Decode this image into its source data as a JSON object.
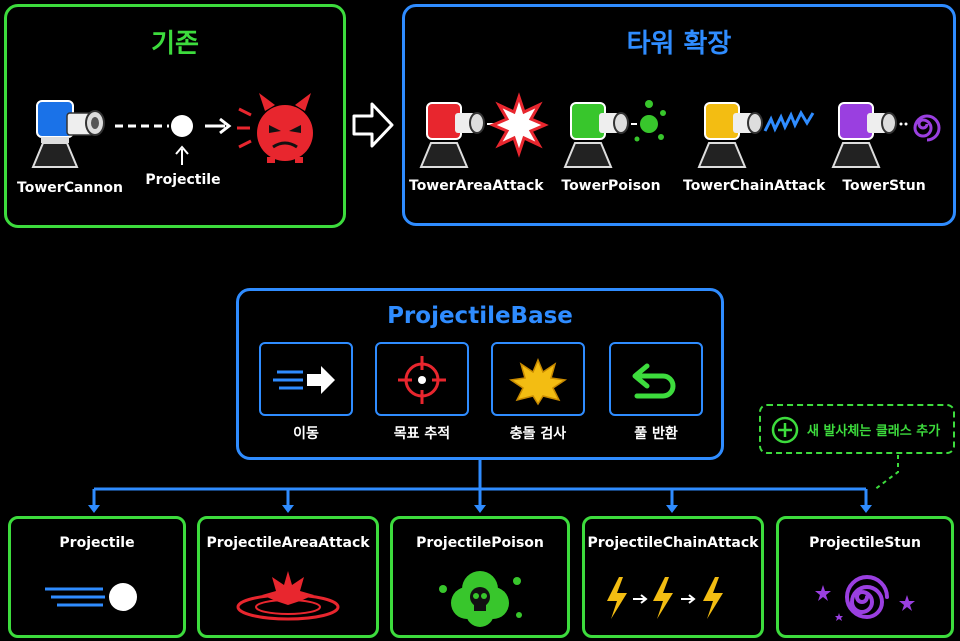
{
  "existing": {
    "title": "기존",
    "tower_label": "TowerCannon",
    "projectile_label": "Projectile"
  },
  "extension": {
    "title": "타워 확장",
    "towers": [
      {
        "label": "TowerAreaAttack",
        "color": "#e8262e"
      },
      {
        "label": "TowerPoison",
        "color": "#38c62c"
      },
      {
        "label": "TowerChainAttack",
        "color": "#f3bd12"
      },
      {
        "label": "TowerStun",
        "color": "#9a3fe0"
      }
    ]
  },
  "base": {
    "title": "ProjectileBase",
    "features": [
      "이동",
      "목표 추적",
      "충돌 검사",
      "풀 반환"
    ]
  },
  "add_note": "새 발사체는 클래스 추가",
  "children": [
    "Projectile",
    "ProjectileAreaAttack",
    "ProjectilePoison",
    "ProjectileChainAttack",
    "ProjectileStun"
  ],
  "colors": {
    "green": "#3ddc3d",
    "blue": "#2f8cff",
    "red": "#e8262e",
    "poison": "#38c62c",
    "yellow": "#f3bd12",
    "purple": "#9a3fe0"
  }
}
